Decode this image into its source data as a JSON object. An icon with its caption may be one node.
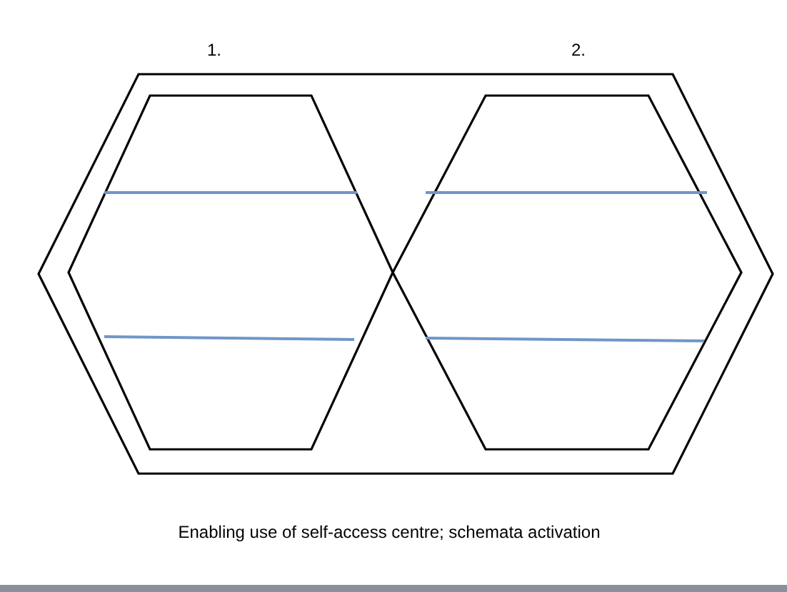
{
  "diagram": {
    "caption": "Enabling use of self-access centre; schemata activation",
    "nodes": [
      {
        "text": [],
        "shape": "hexagon"
      },
      {
        "text": [],
        "shape": "hexagon",
        "in": 0
      },
      {
        "text": [],
        "shape": "hexagon",
        "in": 0
      }
    ],
    "labels": [
      "1.",
      "2."
    ]
  }
}
